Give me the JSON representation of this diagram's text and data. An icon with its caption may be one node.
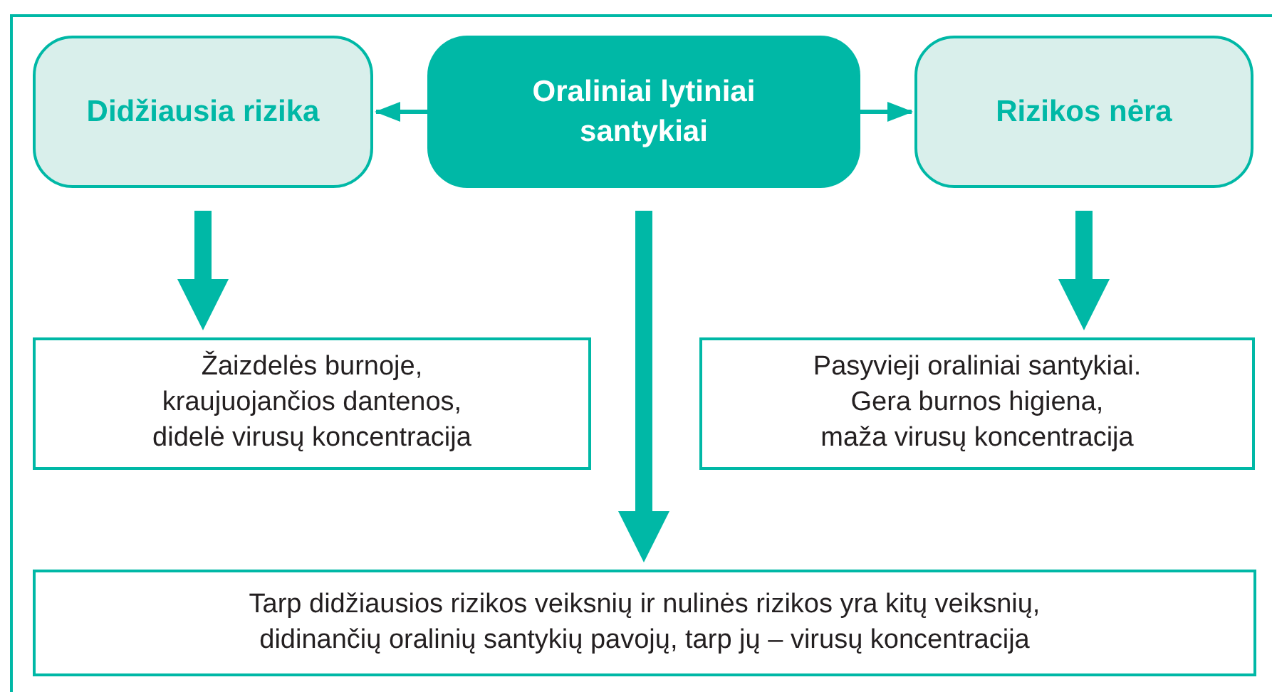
{
  "diagram": {
    "nodes": [
      {
        "text": [
          "Didžiausia rizika"
        ]
      },
      {
        "text": [
          "Oraliniai lytiniai santykiai"
        ]
      },
      {
        "text": [
          "Rizikos nėra"
        ]
      },
      {
        "text": [
          "Žaizdelės burnoje, kraujuojančios dantenos, didelė virusų koncentracija"
        ]
      },
      {
        "text": [
          "Pasyvieji oraliniai santykiai.",
          "Gera burnos higiena, maža virusų koncentracija"
        ]
      },
      {
        "text": [
          "Tarp didžiausios rizikos veiksnių ir nulinės rizikos yra kitų veiksnių, didinančių oralinių santykių pavojų, tarp jų – virusų koncentracija"
        ]
      }
    ],
    "edges": [
      {
        "from": 1,
        "to": 0,
        "arrow": "to"
      },
      {
        "from": 1,
        "to": 2,
        "arrow": "to"
      },
      {
        "from": 0,
        "to": 3,
        "arrow": "to"
      },
      {
        "from": 1,
        "to": 5,
        "arrow": "to"
      },
      {
        "from": 2,
        "to": 4,
        "arrow": "to"
      }
    ]
  }
}
